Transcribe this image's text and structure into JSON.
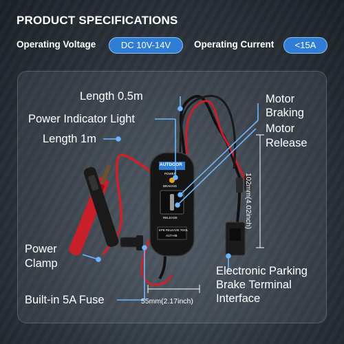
{
  "header": {
    "title": "PRODUCT SPECIFICATIONS"
  },
  "specs": {
    "voltage_label": "Operating Voltage",
    "voltage_value": "DC 10V-14V",
    "current_label": "Operating Current",
    "current_value": "<15A"
  },
  "callouts": {
    "length_short": "Length 0.5m",
    "power_indicator": "Power Indicator Light",
    "length_long": "Length 1m",
    "power_clamp_line1": "Power",
    "power_clamp_line2": "Clamp",
    "fuse": "Built-in 5A Fuse",
    "motor_braking_line1": "Motor",
    "motor_braking_line2": "Braking",
    "motor_release_line1": "Motor",
    "motor_release_line2": "Release",
    "epb_line1": "Electronic Parking",
    "epb_line2": "Brake Terminal",
    "epb_line3": "Interface"
  },
  "dimensions": {
    "height": "102mm(4.02inch)",
    "width": "55mm(2.17inch)"
  },
  "device": {
    "brand": "AUTDOOR",
    "power_text": "POWER",
    "braking_text": "BRAKING",
    "release_text": "RELEASE",
    "label_text": "EPB RELEASE TOOL",
    "model_text": "AUT-HB"
  },
  "colors": {
    "accent": "#2f7dd4",
    "cable_red": "#d0202a",
    "cable_black": "#111111",
    "callout_blue": "#6cb6ff"
  }
}
